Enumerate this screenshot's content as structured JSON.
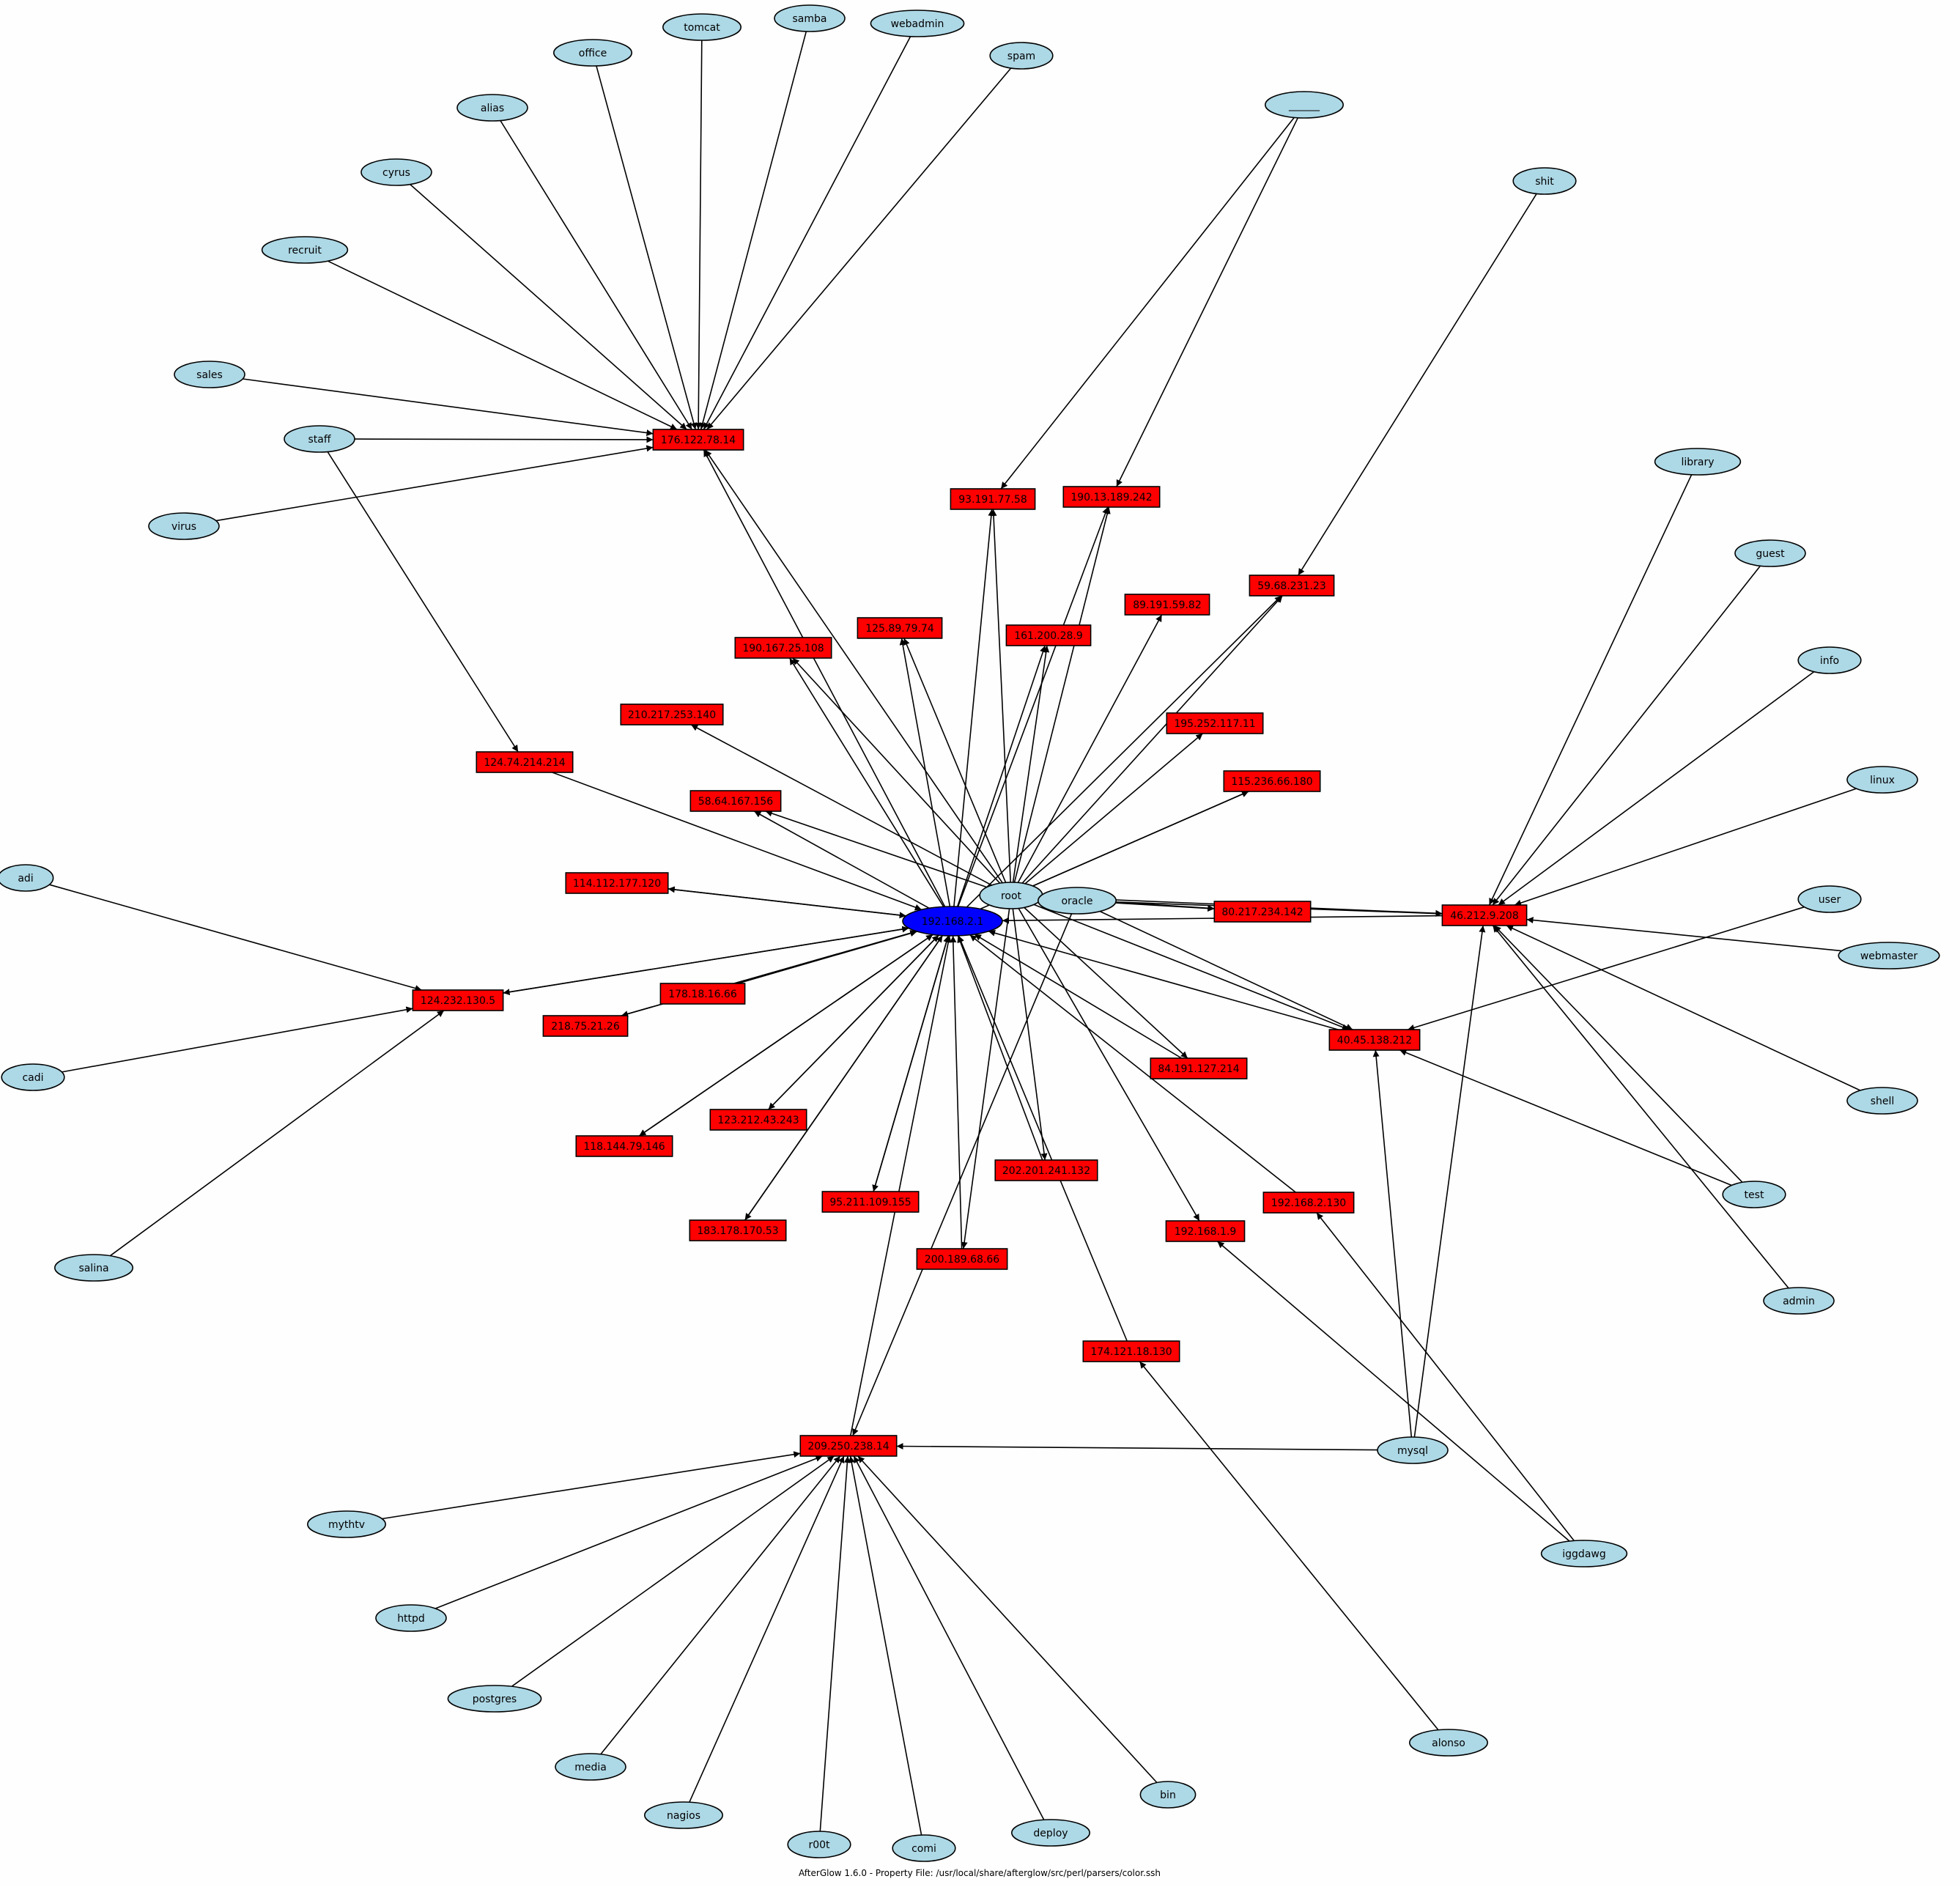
{
  "caption": "AfterGlow 1.6.0 - Property File: /usr/local/share/afterglow/src/perl/parsers/color.ssh",
  "colors": {
    "user_node": "#add8e6",
    "ip_node": "#ff0000",
    "center_node": "#0000ff",
    "edge": "#000000",
    "background": "#fdfefd"
  },
  "node_shapes": {
    "user": "ellipse",
    "ip": "box",
    "center": "ellipse"
  },
  "center": {
    "label": "192.168.2.1"
  },
  "users": [
    {
      "id": "tomcat",
      "label": "tomcat"
    },
    {
      "id": "samba",
      "label": "samba"
    },
    {
      "id": "webadmin",
      "label": "webadmin"
    },
    {
      "id": "office",
      "label": "office"
    },
    {
      "id": "spam",
      "label": "spam"
    },
    {
      "id": "alias",
      "label": "alias"
    },
    {
      "id": "blank",
      "label": "______"
    },
    {
      "id": "cyrus",
      "label": "cyrus"
    },
    {
      "id": "shit",
      "label": "shit"
    },
    {
      "id": "recruit",
      "label": "recruit"
    },
    {
      "id": "sales",
      "label": "sales"
    },
    {
      "id": "staff",
      "label": "staff"
    },
    {
      "id": "virus",
      "label": "virus"
    },
    {
      "id": "library",
      "label": "library"
    },
    {
      "id": "guest",
      "label": "guest"
    },
    {
      "id": "info",
      "label": "info"
    },
    {
      "id": "linux",
      "label": "linux"
    },
    {
      "id": "adi",
      "label": "adi"
    },
    {
      "id": "root",
      "label": "root"
    },
    {
      "id": "oracle",
      "label": "oracle"
    },
    {
      "id": "user",
      "label": "user"
    },
    {
      "id": "webmaster",
      "label": "webmaster"
    },
    {
      "id": "cadi",
      "label": "cadi"
    },
    {
      "id": "shell",
      "label": "shell"
    },
    {
      "id": "test",
      "label": "test"
    },
    {
      "id": "salina",
      "label": "salina"
    },
    {
      "id": "admin",
      "label": "admin"
    },
    {
      "id": "mysql",
      "label": "mysql"
    },
    {
      "id": "mythtv",
      "label": "mythtv"
    },
    {
      "id": "iggdawg",
      "label": "iggdawg"
    },
    {
      "id": "httpd",
      "label": "httpd"
    },
    {
      "id": "postgres",
      "label": "postgres"
    },
    {
      "id": "alonso",
      "label": "alonso"
    },
    {
      "id": "media",
      "label": "media"
    },
    {
      "id": "bin",
      "label": "bin"
    },
    {
      "id": "nagios",
      "label": "nagios"
    },
    {
      "id": "deploy",
      "label": "deploy"
    },
    {
      "id": "r00t",
      "label": "r00t"
    },
    {
      "id": "comi",
      "label": "comi"
    }
  ],
  "ips": [
    {
      "id": "ip_176",
      "label": "176.122.78.14"
    },
    {
      "id": "ip_93",
      "label": "93.191.77.58"
    },
    {
      "id": "ip_190_13",
      "label": "190.13.189.242"
    },
    {
      "id": "ip_59",
      "label": "59.68.231.23"
    },
    {
      "id": "ip_89",
      "label": "89.191.59.82"
    },
    {
      "id": "ip_125",
      "label": "125.89.79.74"
    },
    {
      "id": "ip_161",
      "label": "161.200.28.9"
    },
    {
      "id": "ip_190_167",
      "label": "190.167.25.108"
    },
    {
      "id": "ip_210",
      "label": "210.217.253.140"
    },
    {
      "id": "ip_195",
      "label": "195.252.117.11"
    },
    {
      "id": "ip_124_74",
      "label": "124.74.214.214"
    },
    {
      "id": "ip_115",
      "label": "115.236.66.180"
    },
    {
      "id": "ip_58",
      "label": "58.64.167.156"
    },
    {
      "id": "ip_114",
      "label": "114.112.177.120"
    },
    {
      "id": "ip_80",
      "label": "80.217.234.142"
    },
    {
      "id": "ip_46",
      "label": "46.212.9.208"
    },
    {
      "id": "ip_124_232",
      "label": "124.232.130.5"
    },
    {
      "id": "ip_178",
      "label": "178.18.16.66"
    },
    {
      "id": "ip_218",
      "label": "218.75.21.26"
    },
    {
      "id": "ip_40",
      "label": "40.45.138.212"
    },
    {
      "id": "ip_84",
      "label": "84.191.127.214"
    },
    {
      "id": "ip_123",
      "label": "123.212.43.243"
    },
    {
      "id": "ip_118",
      "label": "118.144.79.146"
    },
    {
      "id": "ip_202",
      "label": "202.201.241.132"
    },
    {
      "id": "ip_192_2",
      "label": "192.168.2.130"
    },
    {
      "id": "ip_95",
      "label": "95.211.109.155"
    },
    {
      "id": "ip_183",
      "label": "183.178.170.53"
    },
    {
      "id": "ip_192_1",
      "label": "192.168.1.9"
    },
    {
      "id": "ip_200",
      "label": "200.189.68.66"
    },
    {
      "id": "ip_174",
      "label": "174.121.18.130"
    },
    {
      "id": "ip_209",
      "label": "209.250.238.14"
    }
  ],
  "edges": [
    [
      "tomcat",
      "ip_176"
    ],
    [
      "samba",
      "ip_176"
    ],
    [
      "webadmin",
      "ip_176"
    ],
    [
      "office",
      "ip_176"
    ],
    [
      "spam",
      "ip_176"
    ],
    [
      "alias",
      "ip_176"
    ],
    [
      "cyrus",
      "ip_176"
    ],
    [
      "recruit",
      "ip_176"
    ],
    [
      "sales",
      "ip_176"
    ],
    [
      "staff",
      "ip_176"
    ],
    [
      "virus",
      "ip_176"
    ],
    [
      "root",
      "ip_176"
    ],
    [
      "center",
      "ip_176"
    ],
    [
      "blank",
      "ip_93"
    ],
    [
      "blank",
      "ip_190_13"
    ],
    [
      "shit",
      "ip_59"
    ],
    [
      "staff",
      "ip_124_74"
    ],
    [
      "center",
      "ip_93"
    ],
    [
      "root",
      "ip_93"
    ],
    [
      "center",
      "ip_190_13"
    ],
    [
      "root",
      "ip_190_13"
    ],
    [
      "center",
      "ip_59"
    ],
    [
      "root",
      "ip_59"
    ],
    [
      "root",
      "ip_89"
    ],
    [
      "root",
      "ip_125"
    ],
    [
      "center",
      "ip_125"
    ],
    [
      "root",
      "ip_161"
    ],
    [
      "center",
      "ip_161"
    ],
    [
      "center",
      "ip_190_167"
    ],
    [
      "root",
      "ip_190_167"
    ],
    [
      "root",
      "ip_210"
    ],
    [
      "root",
      "ip_195"
    ],
    [
      "root",
      "ip_115"
    ],
    [
      "center",
      "ip_115"
    ],
    [
      "root",
      "ip_58"
    ],
    [
      "center",
      "ip_58"
    ],
    [
      "center",
      "ip_114"
    ],
    [
      "ip_114",
      "center"
    ],
    [
      "ip_124_74",
      "center"
    ],
    [
      "root",
      "ip_80"
    ],
    [
      "oracle",
      "ip_80"
    ],
    [
      "root",
      "ip_46"
    ],
    [
      "oracle",
      "ip_46"
    ],
    [
      "ip_46",
      "center"
    ],
    [
      "library",
      "ip_46"
    ],
    [
      "guest",
      "ip_46"
    ],
    [
      "info",
      "ip_46"
    ],
    [
      "linux",
      "ip_46"
    ],
    [
      "webmaster",
      "ip_46"
    ],
    [
      "shell",
      "ip_46"
    ],
    [
      "test",
      "ip_46"
    ],
    [
      "admin",
      "ip_46"
    ],
    [
      "mysql",
      "ip_46"
    ],
    [
      "adi",
      "ip_124_232"
    ],
    [
      "cadi",
      "ip_124_232"
    ],
    [
      "salina",
      "ip_124_232"
    ],
    [
      "center",
      "ip_124_232"
    ],
    [
      "ip_124_232",
      "center"
    ],
    [
      "ip_178",
      "center"
    ],
    [
      "center",
      "ip_218"
    ],
    [
      "ip_218",
      "center"
    ],
    [
      "root",
      "ip_40"
    ],
    [
      "oracle",
      "ip_40"
    ],
    [
      "ip_40",
      "center"
    ],
    [
      "user",
      "ip_40"
    ],
    [
      "test",
      "ip_40"
    ],
    [
      "mysql",
      "ip_40"
    ],
    [
      "root",
      "ip_84"
    ],
    [
      "ip_84",
      "center"
    ],
    [
      "center",
      "ip_123"
    ],
    [
      "ip_123",
      "center"
    ],
    [
      "center",
      "ip_118"
    ],
    [
      "ip_118",
      "center"
    ],
    [
      "root",
      "ip_202"
    ],
    [
      "ip_202",
      "center"
    ],
    [
      "ip_192_2",
      "center"
    ],
    [
      "iggdawg",
      "ip_192_2"
    ],
    [
      "center",
      "ip_95"
    ],
    [
      "ip_95",
      "center"
    ],
    [
      "center",
      "ip_183"
    ],
    [
      "ip_183",
      "center"
    ],
    [
      "root",
      "ip_192_1"
    ],
    [
      "iggdawg",
      "ip_192_1"
    ],
    [
      "root",
      "ip_200"
    ],
    [
      "ip_200",
      "center"
    ],
    [
      "ip_174",
      "center"
    ],
    [
      "alonso",
      "ip_174"
    ],
    [
      "oracle",
      "ip_209"
    ],
    [
      "ip_209",
      "center"
    ],
    [
      "mysql",
      "ip_209"
    ],
    [
      "mythtv",
      "ip_209"
    ],
    [
      "httpd",
      "ip_209"
    ],
    [
      "postgres",
      "ip_209"
    ],
    [
      "media",
      "ip_209"
    ],
    [
      "nagios",
      "ip_209"
    ],
    [
      "r00t",
      "ip_209"
    ],
    [
      "comi",
      "ip_209"
    ],
    [
      "deploy",
      "ip_209"
    ],
    [
      "bin",
      "ip_209"
    ]
  ]
}
